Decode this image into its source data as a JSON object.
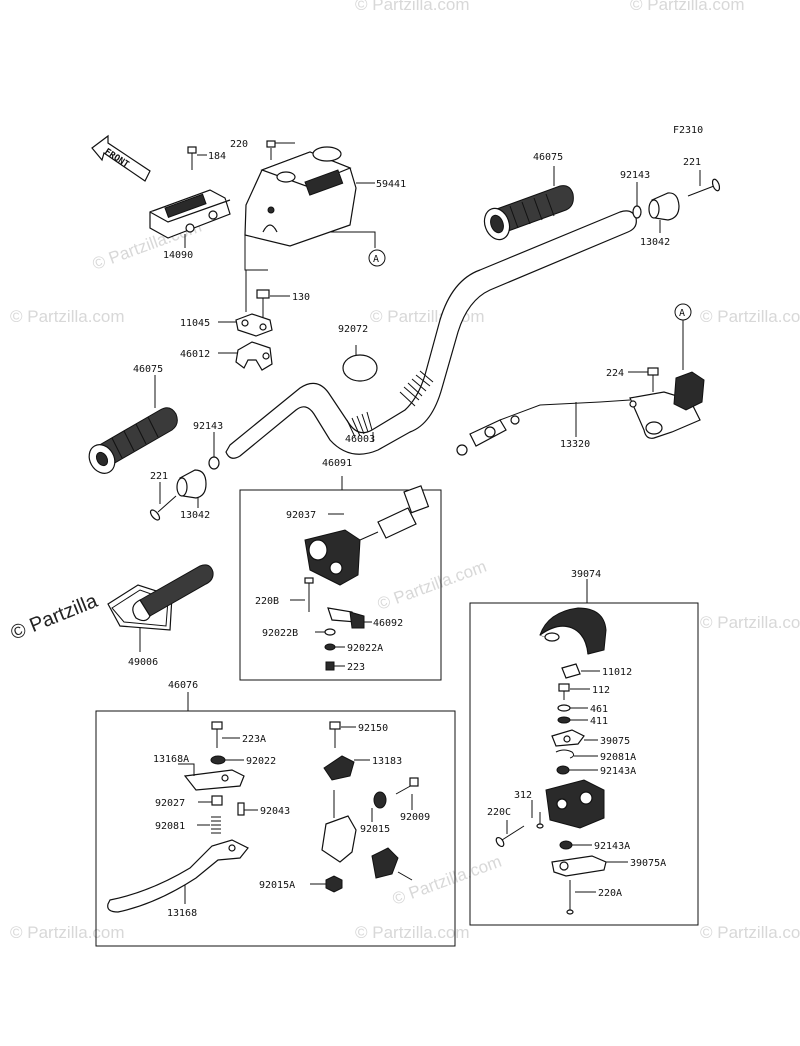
{
  "figure_code": "F2310",
  "front_label": "FRONT",
  "callout_ref": "A",
  "watermark": "© Partzilla.com",
  "watermark_short": "© Partzilla",
  "labels": {
    "p220_top": "220",
    "p184": "184",
    "p59441": "59441",
    "p14090": "14090",
    "p46075_top": "46075",
    "p92143_top": "92143",
    "p221_top": "221",
    "p13042_top": "13042",
    "p130": "130",
    "p11045": "11045",
    "p46012": "46012",
    "p92072": "92072",
    "p46075_left": "46075",
    "p92143_left": "92143",
    "p46003": "46003",
    "p224": "224",
    "p13320": "13320",
    "p221_left": "221",
    "p13042_left": "13042",
    "p46091": "46091",
    "p92037": "92037",
    "p220B": "220B",
    "p92022B": "92022B",
    "p46092": "46092",
    "p92022A": "92022A",
    "p223": "223",
    "p49006": "49006",
    "p39074": "39074",
    "p11012": "11012",
    "p112": "112",
    "p461": "461",
    "p411": "411",
    "p39075": "39075",
    "p92081A": "92081A",
    "p92143A_1": "92143A",
    "p312": "312",
    "p220C": "220C",
    "p92143A_2": "92143A",
    "p39075A": "39075A",
    "p220A": "220A",
    "p46076": "46076",
    "p223A": "223A",
    "p13168A": "13168A",
    "p92022": "92022",
    "p92027": "92027",
    "p92043": "92043",
    "p92081": "92081",
    "p13168": "13168",
    "p92150": "92150",
    "p13183": "13183",
    "p92009": "92009",
    "p92015": "92015",
    "p92015A": "92015A"
  }
}
